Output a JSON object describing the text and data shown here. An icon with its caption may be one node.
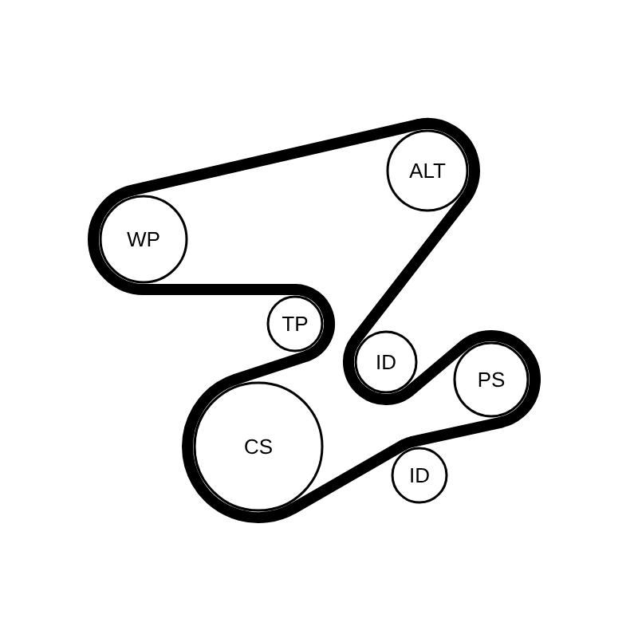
{
  "diagram": {
    "nodes": [
      {
        "text": [
          "ALT"
        ]
      },
      {
        "text": [
          "WP"
        ]
      },
      {
        "text": [
          "TP"
        ]
      },
      {
        "text": [
          "ID"
        ]
      },
      {
        "text": [
          "PS"
        ]
      },
      {
        "text": [
          "CS"
        ]
      },
      {
        "text": [
          "ID"
        ]
      }
    ],
    "edges": [
      {
        "from": 1,
        "to": 0,
        "arrow": "none"
      },
      {
        "from": 0,
        "to": 3,
        "arrow": "none"
      },
      {
        "from": 3,
        "to": 4,
        "arrow": "none"
      },
      {
        "from": 4,
        "to": 6,
        "arrow": "none"
      },
      {
        "from": 6,
        "to": 5,
        "arrow": "none"
      },
      {
        "from": 5,
        "to": 2,
        "arrow": "none"
      },
      {
        "from": 2,
        "to": 1,
        "arrow": "none"
      }
    ]
  }
}
